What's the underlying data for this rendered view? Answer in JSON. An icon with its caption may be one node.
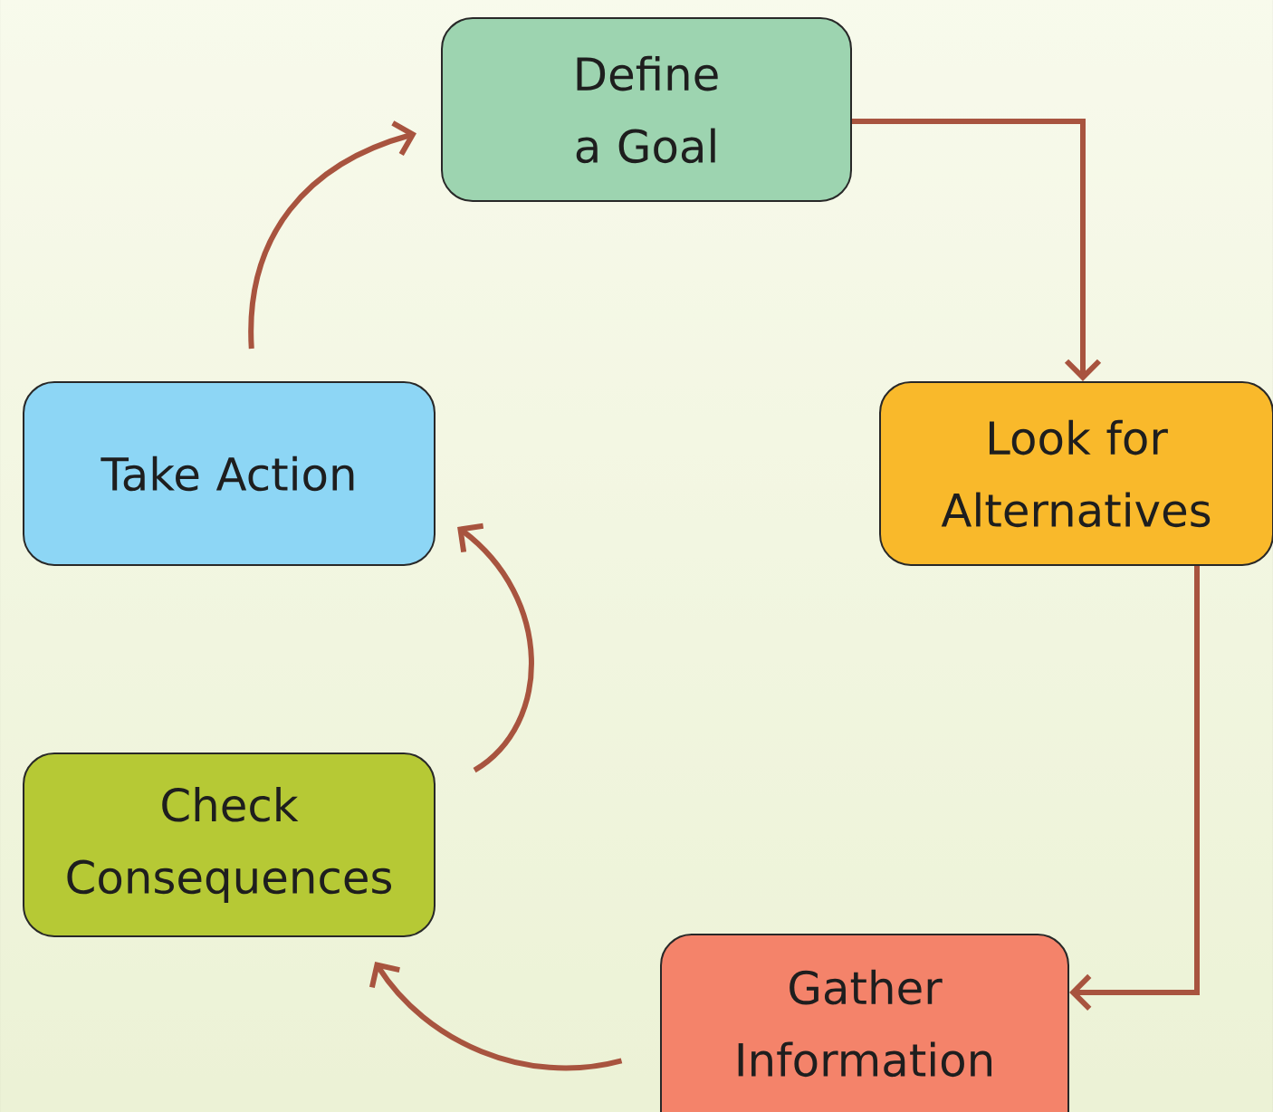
{
  "diagram": {
    "nodes": [
      {
        "text": [
          "Define a Goal"
        ]
      },
      {
        "text": [
          "Look for Alternatives"
        ]
      },
      {
        "text": [
          "Gather Information"
        ]
      },
      {
        "text": [
          "Check Consequences"
        ]
      },
      {
        "text": [
          "Take Action"
        ]
      }
    ],
    "edges": [
      {
        "from": 0,
        "to": 1,
        "arrow": "to"
      },
      {
        "from": 1,
        "to": 2,
        "arrow": "to"
      },
      {
        "from": 2,
        "to": 3,
        "arrow": "to"
      },
      {
        "from": 3,
        "to": 4,
        "arrow": "to"
      },
      {
        "from": 4,
        "to": 0,
        "arrow": "to"
      }
    ]
  }
}
